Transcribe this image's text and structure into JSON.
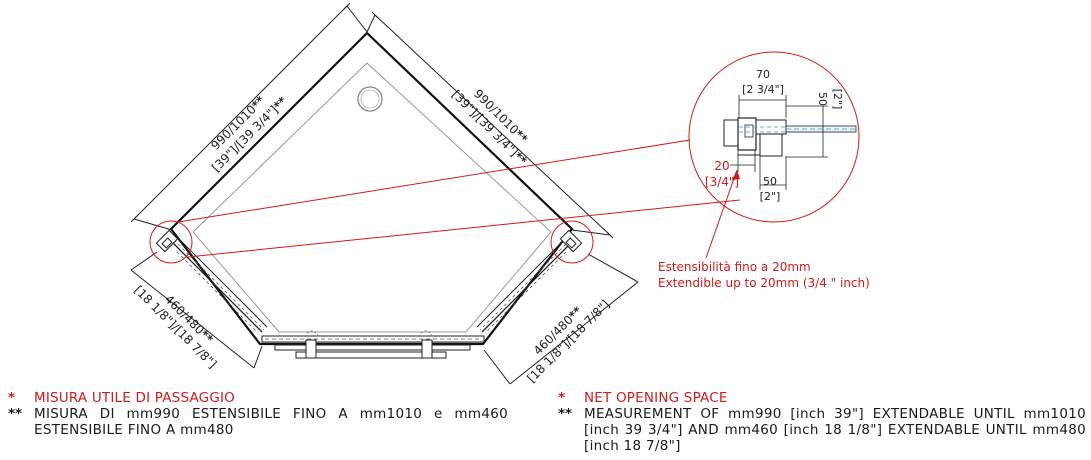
{
  "diagram": {
    "dims": {
      "left_diag": "990/1010",
      "left_diag_marks": "**",
      "left_diag_inch": "[39\"]/[39 3/4\"]",
      "left_diag_inch_marks": "**",
      "right_diag": "990/1010",
      "right_diag_marks": "**",
      "right_diag_inch": "[39\"]/[39 3/4\"]",
      "right_diag_inch_marks": "**",
      "left_side": "460/480",
      "left_side_marks": "**",
      "left_side_inch": "[18 1/8\"]/[18 7/8\"]",
      "right_side": "460/480",
      "right_side_marks": "**",
      "right_side_inch": "[18 1/8\"]/[18 7/8\"]"
    },
    "detail": {
      "top_mm": "70",
      "top_inch": "[2 3/4\"]",
      "side_mm": "50",
      "side_inch": "[2\"]",
      "left_mm": "20",
      "left_inch": "[3/4\"]",
      "bottom_mm": "50",
      "bottom_inch": "[2\"]"
    },
    "callout": {
      "line1": "Estensibilità fino a 20mm",
      "line2": "Extendible up to 20mm (3/4 \" inch)"
    },
    "accent_color": "#d11a1a"
  },
  "notes_it": {
    "mark1": "*",
    "title": "MISURA UTILE DI PASSAGGIO",
    "mark2": "**",
    "body": "MISURA DI mm990 ESTENSIBILE FINO A mm1010 e mm460 ESTENSIBILE FINO A mm480"
  },
  "notes_en": {
    "mark1": "*",
    "title": "NET OPENING SPACE",
    "mark2": "**",
    "body": "MEASUREMENT OF mm990 [inch 39\"] EXTENDABLE UNTIL mm1010 [inch 39 3/4\"] AND mm460 [inch 18 1/8\"] EXTENDABLE UNTIL mm480 [inch 18 7/8\"]"
  }
}
